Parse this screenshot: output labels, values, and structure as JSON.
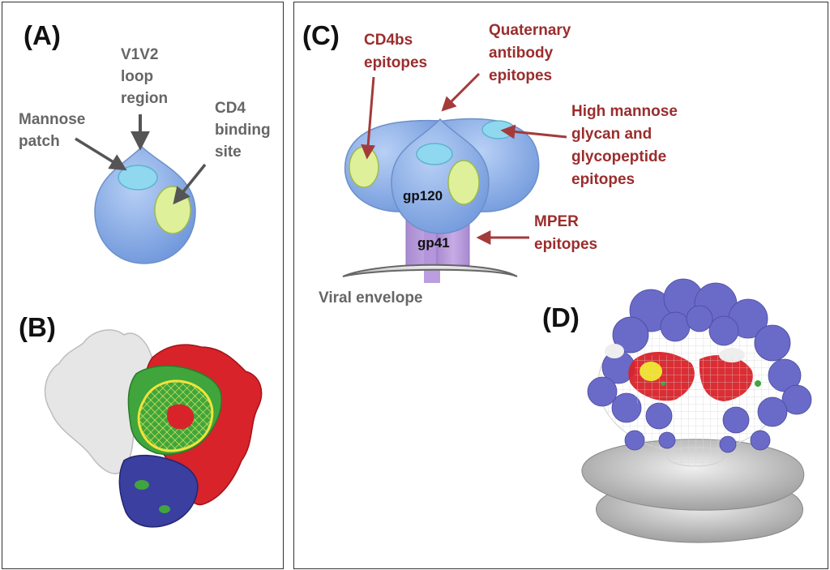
{
  "panel_a": {
    "label": "(A)",
    "v1v2": [
      "V1V2",
      "loop",
      "region"
    ],
    "mannose": [
      "Mannose",
      "patch"
    ],
    "cd4": [
      "CD4",
      "binding",
      "site"
    ]
  },
  "panel_b": {
    "label": "(B)"
  },
  "panel_c": {
    "label": "(C)",
    "cd4bs": [
      "CD4bs",
      "epitopes"
    ],
    "quaternary": [
      "Quaternary",
      "antibody",
      "epitopes"
    ],
    "high_mannose": [
      "High mannose",
      "glycan and",
      "glycopeptide",
      "epitopes"
    ],
    "gp120": "gp120",
    "gp41": "gp41",
    "mper": [
      "MPER",
      "epitopes"
    ],
    "viral_envelope": "Viral envelope"
  },
  "panel_d": {
    "label": "(D)"
  },
  "colors": {
    "blue_body": "#8fb3e8",
    "cyan_patch": "#8fd8f0",
    "green_site": "#dff09a",
    "arrow_red": "#a33b3b",
    "arrow_gray": "#5a5a5a",
    "stem_purple": "#b79ad8",
    "glycan_blue": "#6a6ac8",
    "surface_red": "#d8232a",
    "surface_green": "#3fa53c",
    "surface_navy": "#3a3fa0"
  }
}
